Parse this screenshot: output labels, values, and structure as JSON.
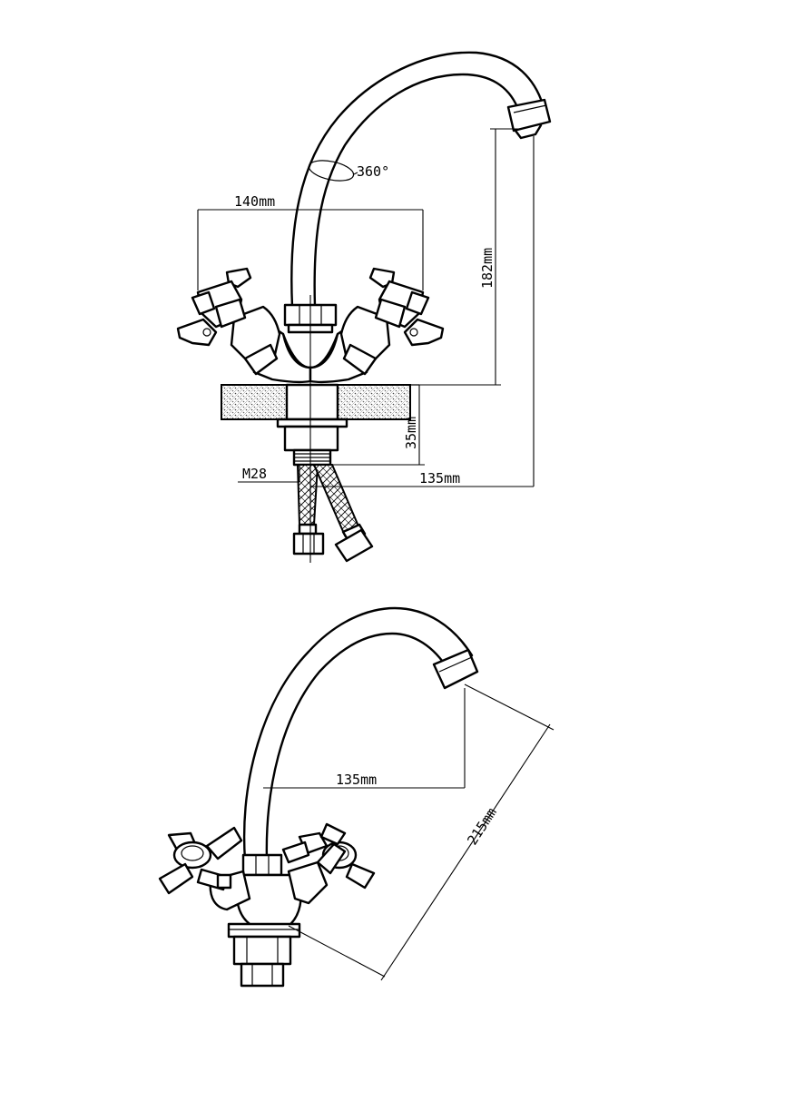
{
  "top_view": {
    "rotation_label": "360°",
    "handle_span_label": "140mm",
    "spout_height_label": "182mm",
    "counter_thickness_label": "35mm",
    "thread_label": "M28",
    "spout_reach_label": "135mm"
  },
  "bottom_view": {
    "spout_reach_label": "135mm",
    "spout_length_label": "215mm"
  }
}
